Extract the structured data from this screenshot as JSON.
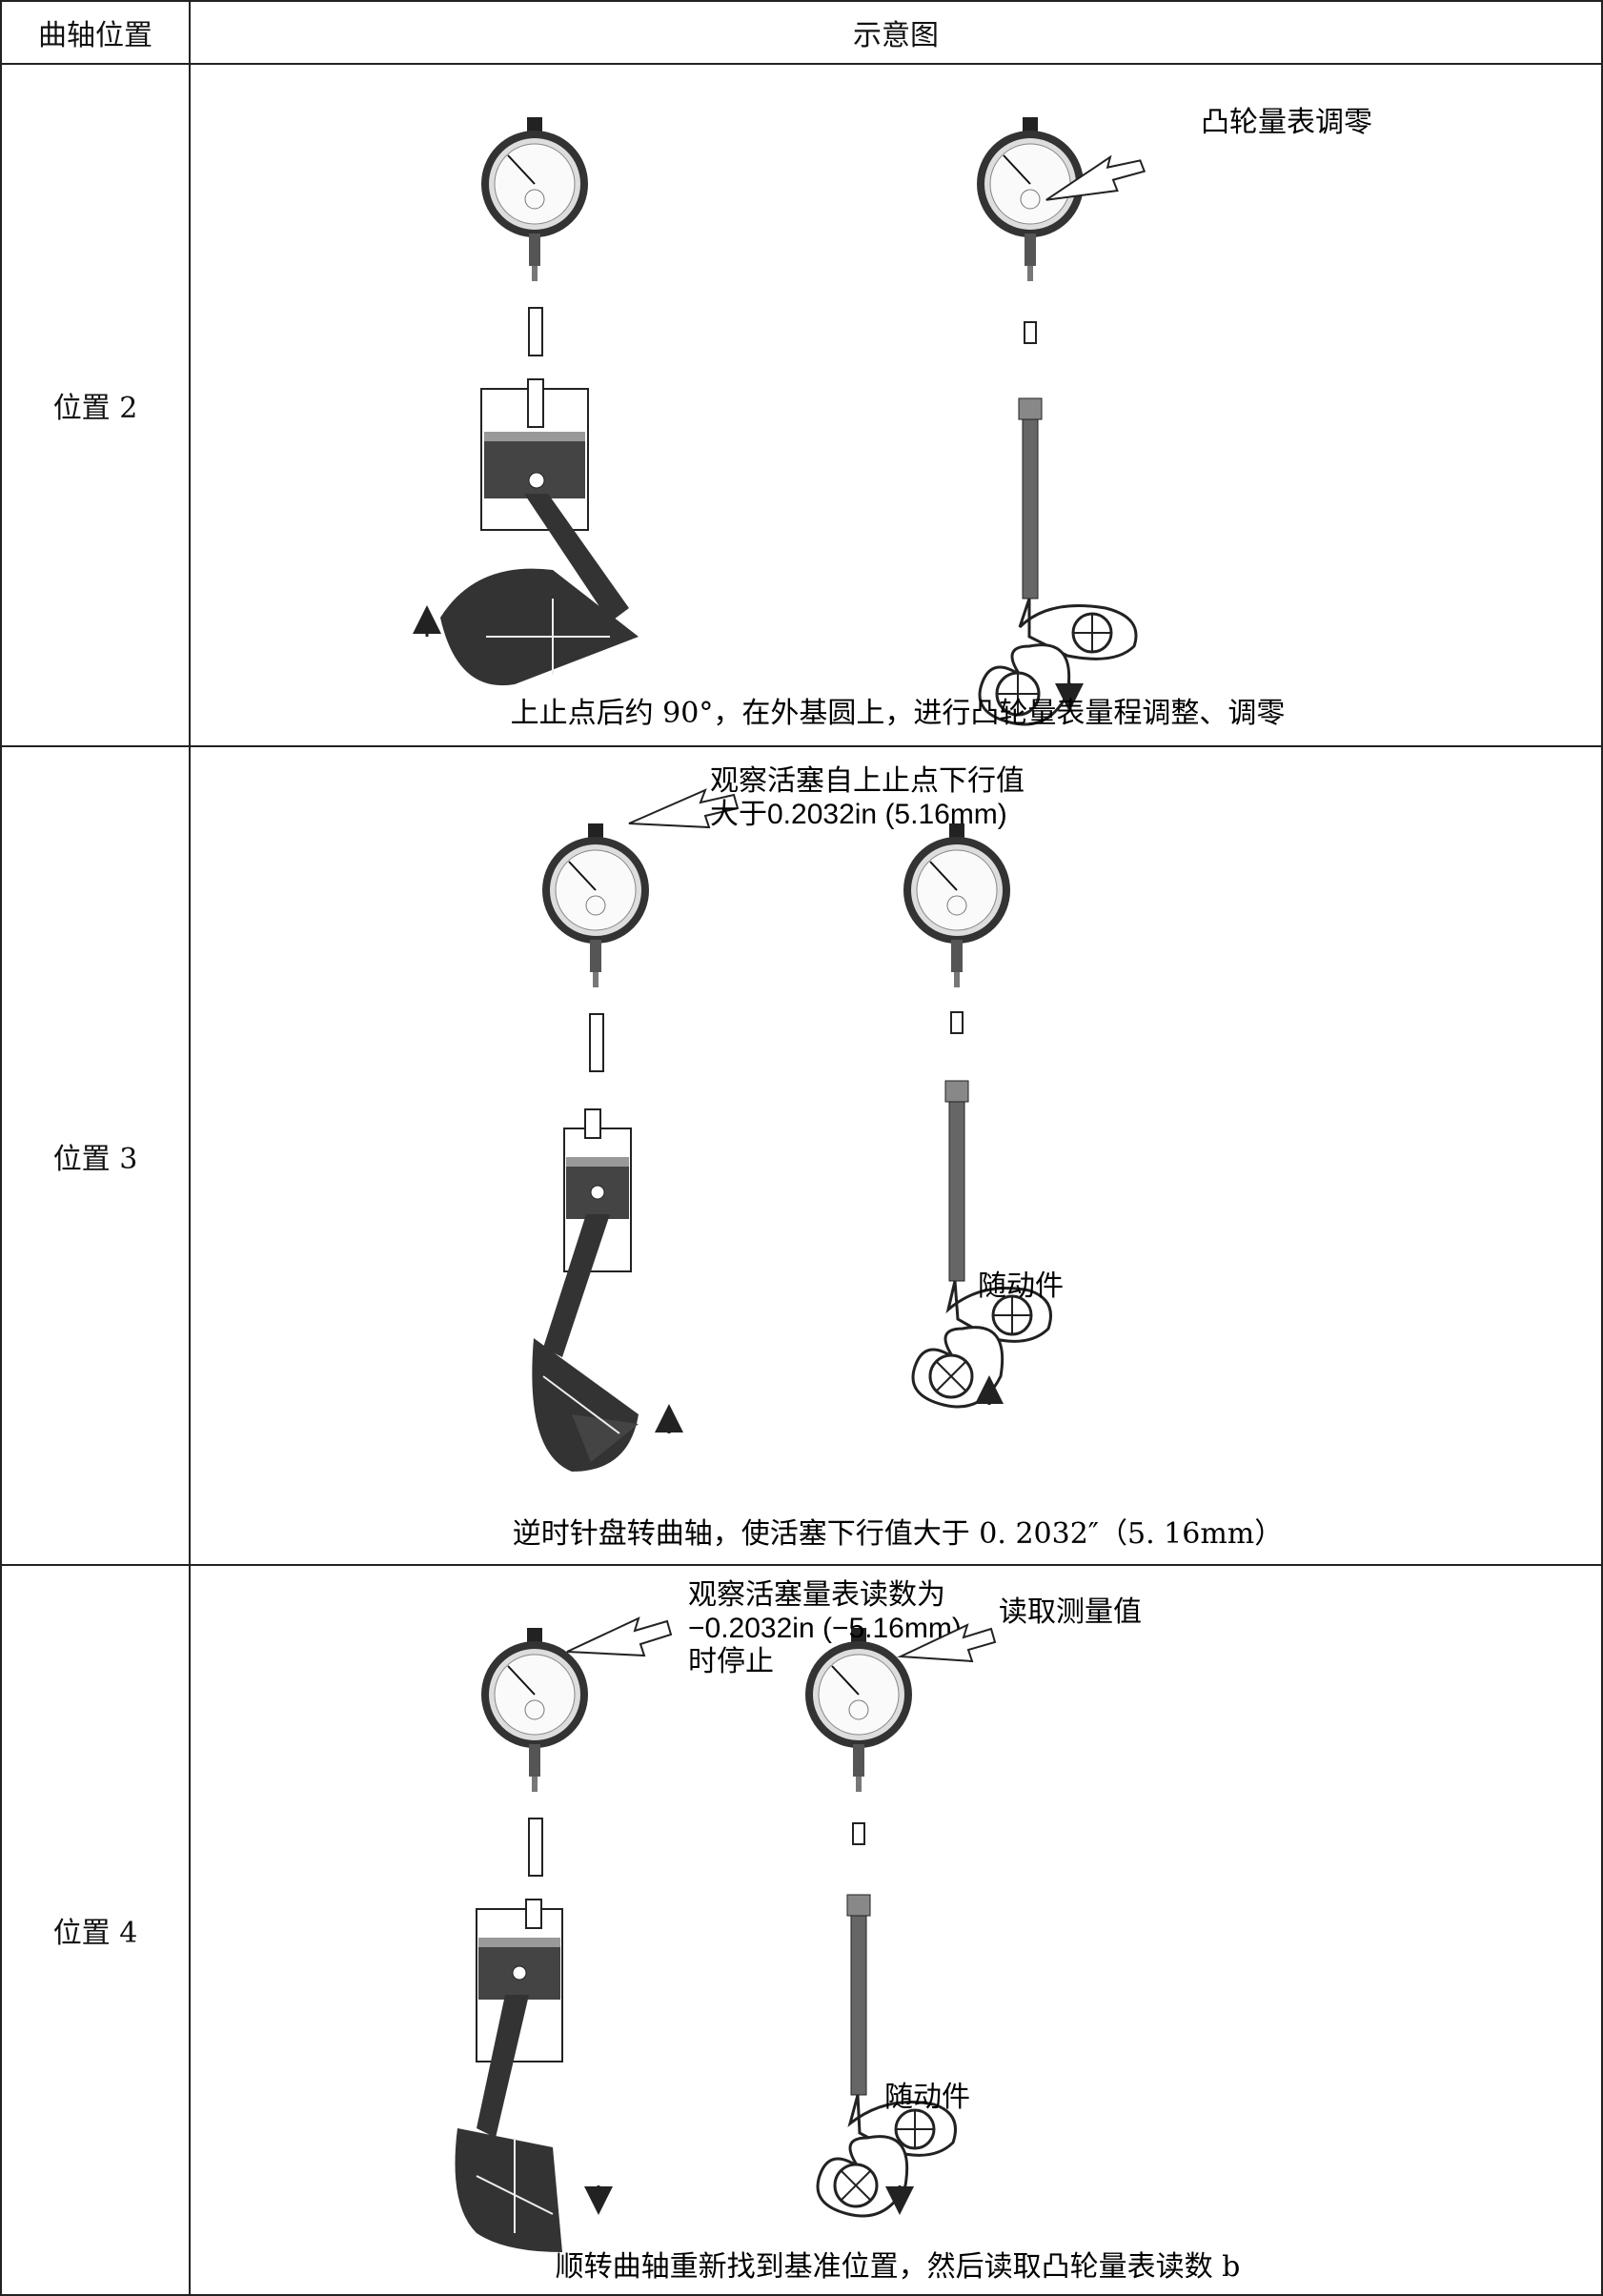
{
  "header": {
    "col1": "曲轴位置",
    "col2": "示意图"
  },
  "rows": [
    {
      "position": "位置 2",
      "callout_right": "凸轮量表调零",
      "caption": "上止点后约 90°，在外基圆上，进行凸轮量表量程调整、调零"
    },
    {
      "position": "位置 3",
      "callout_left_line1": "观察活塞自上止点下行值",
      "callout_left_line2": "大于0.2032in (5.16mm)",
      "follower_label": "随动件",
      "caption": "逆时针盘转曲轴，使活塞下行值大于 0. 2032″（5. 16mm）"
    },
    {
      "position": "位置 4",
      "callout_left_line1": "观察活塞量表读数为",
      "callout_left_line2": "−0.2032in (−5.16mm)",
      "callout_left_line3": "时停止",
      "callout_right": "读取测量值",
      "follower_label": "随动件",
      "caption": "顺转曲轴重新找到基准位置，然后读取凸轮量表读数 b"
    }
  ]
}
